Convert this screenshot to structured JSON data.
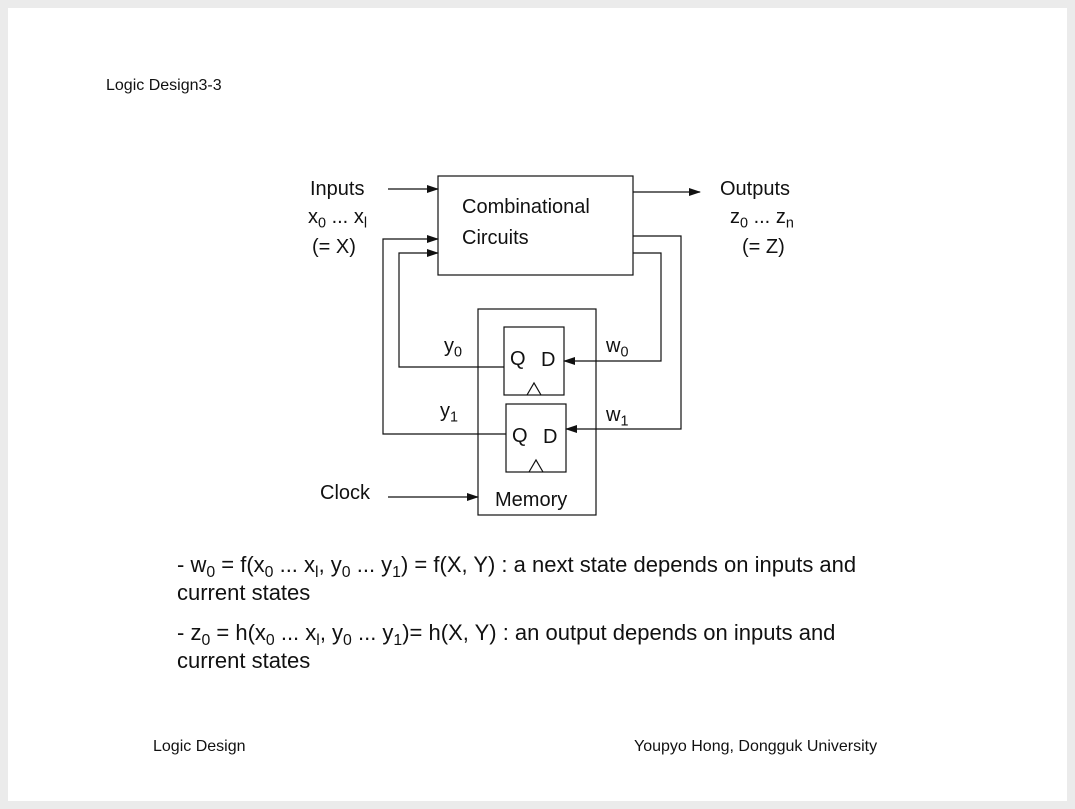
{
  "header": {
    "title": "Logic Design3-3"
  },
  "diagram": {
    "inputs_label": "Inputs",
    "inputs_vars": {
      "a": "x",
      "a_sub": "0",
      "dots": " ... ",
      "b": "x",
      "b_sub": "l"
    },
    "inputs_set": "(= X)",
    "comb_line1": "Combinational",
    "comb_line2": "Circuits",
    "outputs_label": "Outputs",
    "outputs_vars": {
      "a": "z",
      "a_sub": "0",
      "dots": " ... ",
      "b": "z",
      "b_sub": "n"
    },
    "outputs_set": "(= Z)",
    "y0": {
      "base": "y",
      "sub": "0"
    },
    "y1": {
      "base": "y",
      "sub": "1"
    },
    "w0": {
      "base": "w",
      "sub": "0"
    },
    "w1": {
      "base": "w",
      "sub": "1"
    },
    "ff0": {
      "q": "Q",
      "d": "D"
    },
    "ff1": {
      "q": "Q",
      "d": "D"
    },
    "clock_label": "Clock",
    "memory_label": "Memory"
  },
  "equations": {
    "line1": {
      "p1": "- w",
      "s1": "0",
      "p2": " = f(x",
      "s2": "0",
      "p3": " ... x",
      "s3": "l",
      "p4": ", y",
      "s4": "0",
      "p5": " ... y",
      "s5": "1",
      "p6": ") = f(X, Y) :  a next state depends on inputs and",
      "cont": "current states"
    },
    "line2": {
      "p1": "- z",
      "s1": "0",
      "p2": " = h(x",
      "s2": "0",
      "p3": " ... x",
      "s3": "l",
      "p4": ", y",
      "s4": "0",
      "p5": " ... y",
      "s5": "1",
      "p6": ")= h(X, Y) : an output depends on inputs and",
      "cont": "current states"
    }
  },
  "footer": {
    "left": "Logic Design",
    "right": "Youpyo Hong, Dongguk University"
  }
}
